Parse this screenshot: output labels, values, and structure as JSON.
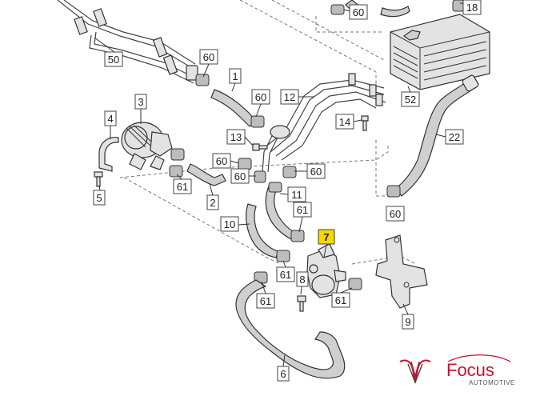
{
  "diagram": {
    "callouts": [
      {
        "id": "c-50",
        "text": "50"
      },
      {
        "id": "c-60a",
        "text": "60"
      },
      {
        "id": "c-1",
        "text": "1"
      },
      {
        "id": "c-60b",
        "text": "60"
      },
      {
        "id": "c-12",
        "text": "12"
      },
      {
        "id": "c-52",
        "text": "52"
      },
      {
        "id": "c-18",
        "text": "18"
      },
      {
        "id": "c-60top",
        "text": "60"
      },
      {
        "id": "c-3",
        "text": "3"
      },
      {
        "id": "c-4",
        "text": "4"
      },
      {
        "id": "c-14",
        "text": "14"
      },
      {
        "id": "c-22",
        "text": "22"
      },
      {
        "id": "c-13",
        "text": "13"
      },
      {
        "id": "c-60c",
        "text": "60"
      },
      {
        "id": "c-60d",
        "text": "60"
      },
      {
        "id": "c-60e",
        "text": "60"
      },
      {
        "id": "c-61a",
        "text": "61"
      },
      {
        "id": "c-5",
        "text": "5"
      },
      {
        "id": "c-2",
        "text": "2"
      },
      {
        "id": "c-11",
        "text": "11"
      },
      {
        "id": "c-60f",
        "text": "60"
      },
      {
        "id": "c-61b",
        "text": "61"
      },
      {
        "id": "c-10",
        "text": "10"
      },
      {
        "id": "c-7",
        "text": "7"
      },
      {
        "id": "c-61c",
        "text": "61"
      },
      {
        "id": "c-8",
        "text": "8"
      },
      {
        "id": "c-61d",
        "text": "61"
      },
      {
        "id": "c-61e",
        "text": "61"
      },
      {
        "id": "c-9",
        "text": "9"
      },
      {
        "id": "c-6",
        "text": "6"
      }
    ],
    "highlight_color": "#f4d800"
  },
  "logo": {
    "brand": "Focus",
    "sub": "AUTOMOTIVE",
    "brand_color": "#c8102e"
  }
}
